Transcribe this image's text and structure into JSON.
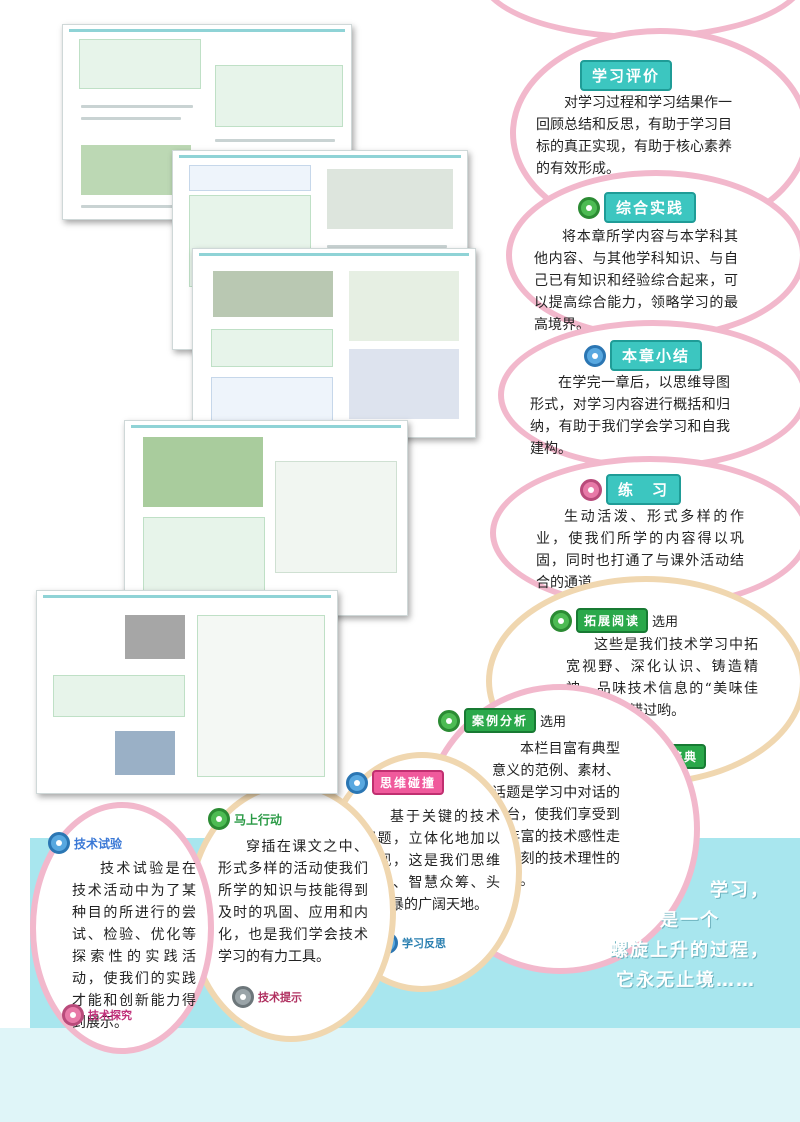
{
  "sections": {
    "xuexi_pingjia": {
      "title": "学习评价",
      "body": "对学习过程和学习结果作一回顾总结和反思，有助于学习目标的真正实现，有助于核心素养的有效形成。"
    },
    "zonghe_shijian": {
      "title": "综合实践",
      "body": "将本章所学内容与本学科其他内容、与其他学科知识、与自己已有知识和经验综合起来，可以提高综合能力，领略学习的最高境界。"
    },
    "benzhang_xiaojie": {
      "title": "本章小结",
      "body": "在学完一章后，以思维导图形式，对学习内容进行概括和归纳，有助于我们学会学习和自我建构。"
    },
    "lianxi": {
      "title": "练　习",
      "body": "生动活泼、形式多样的作业，使我们所学的内容得以巩固，同时也打通了与课外活动结合的通道。"
    },
    "tuozhan_yuedu": {
      "title": "拓展阅读",
      "option": "选用",
      "body": "这些是我们技术学习中拓宽视野、深化认识、铸造精神、品味技术信息的“美味佳肴”，不要错过哟。"
    },
    "anli_fenxi": {
      "title": "案例分析",
      "option": "选用",
      "body": "本栏目富有典型意义的范例、素材、话题是学习中对话的平台，使我们享受到由丰富的技术感性走向深刻的技术理性的快乐。"
    },
    "siwei_pengzhuang": {
      "title": "思维碰撞",
      "body": "基于关键的技术问题，立体化地加以呈现，这是我们思维互联、智慧众筹、头脑风暴的广阔天地。"
    },
    "mashang_xingdong": {
      "title": "马上行动",
      "body": "穿插在课文之中、形式多样的活动使我们所学的知识与技能得到及时的巩固、应用和内化，也是我们学会技术学习的有力工具。"
    },
    "jishu_shiyan": {
      "title": "技术试验",
      "body": "技术试验是在技术活动中为了某种目的所进行的尝试、检验、优化等探索性的实践活动，使我们的实践才能和创新能力得到展示。"
    },
    "extra_labels": {
      "xiao_cidian": "小辞典",
      "xuexi_fansi": "学习反思",
      "jishu_tishi": "技术提示",
      "jishu_tanjiu": "技术探究"
    }
  },
  "slogan": {
    "line1": "学习，",
    "line2": "是一个",
    "line3": "螺旋上升的过程，",
    "line4": "它永无止境……"
  },
  "colors": {
    "band": "#a8e6ee",
    "ring_pink": "#f2b8cc",
    "ring_tan": "#f0d7b0",
    "badge_teal": "#3cc6c0"
  }
}
